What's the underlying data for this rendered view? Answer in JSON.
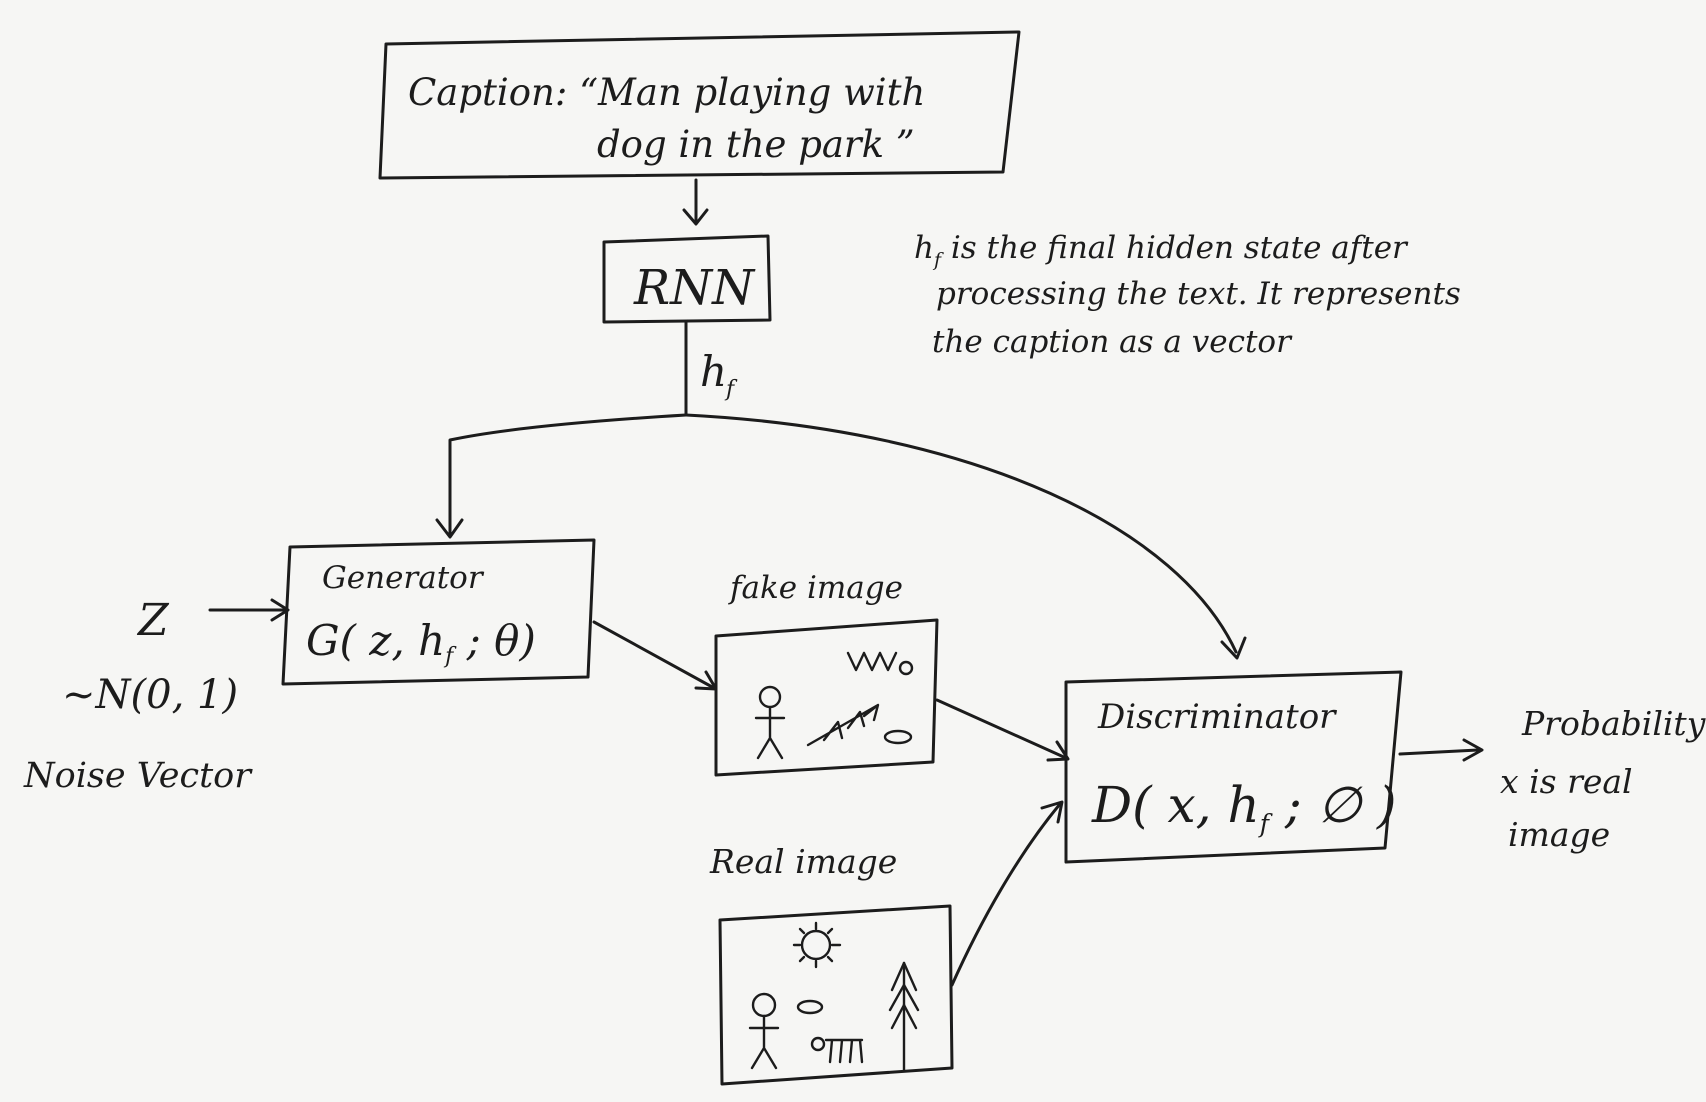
{
  "caption_box": {
    "line1": "Caption:   “Man playing with",
    "line2": "dog in the park ”"
  },
  "rnn_box": {
    "label": "RNN"
  },
  "rnn_output": {
    "label_main": "h",
    "label_sub": "f"
  },
  "annotation": {
    "subject_main": "h",
    "subject_sub": "f",
    "line1_rest": " is the final hidden state after",
    "line2": "processing the text. It represents",
    "line3": "the caption as a vector"
  },
  "noise_input": {
    "symbol": "Z",
    "distribution": "~N(0, 1)",
    "label": "Noise Vector"
  },
  "generator": {
    "title": "Generator",
    "formula_pre": "G( z, h",
    "formula_sub": "f",
    "formula_post": " ; θ)"
  },
  "fake_image": {
    "label": "fake image"
  },
  "real_image": {
    "label": "Real image"
  },
  "discriminator": {
    "title": "Discriminator",
    "formula_pre": "D( x, h",
    "formula_sub": "f",
    "formula_post": " ; ∅ )"
  },
  "output": {
    "line1": "Probability",
    "line2": "x is real",
    "line3": "image"
  }
}
